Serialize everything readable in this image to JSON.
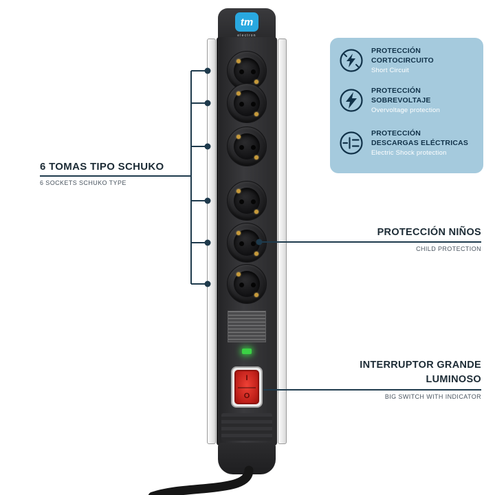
{
  "brand": {
    "logo_text": "tm",
    "logo_sub": "electron"
  },
  "info_panel": {
    "bg_color": "#a5cadd",
    "accent_color": "#113249",
    "items": [
      {
        "icon": "short-circuit-icon",
        "title": "PROTECCIÓN\nCORTOCIRCUITO",
        "subtitle": "Short Circuit"
      },
      {
        "icon": "overvoltage-icon",
        "title": "PROTECCIÓN\nSOBREVOLTAJE",
        "subtitle": "Overvoltage protection"
      },
      {
        "icon": "electric-shock-icon",
        "title": "PROTECCIÓN\nDESCARGAS ELÉCTRICAS",
        "subtitle": "Electric Shock protection"
      }
    ]
  },
  "callouts": {
    "sockets": {
      "title": "6 TOMAS TIPO SCHUKO",
      "subtitle": "6 SOCKETS SCHUKO TYPE"
    },
    "child_protection": {
      "title": "PROTECCIÓN NIÑOS",
      "subtitle": "CHILD PROTECTION"
    },
    "switch": {
      "title": "INTERRUPTOR GRANDE\nLUMINOSO",
      "subtitle": "BIG SWITCH WITH INDICATOR"
    }
  },
  "device": {
    "socket_count": 6,
    "switch_on_label": "I",
    "switch_off_label": "O"
  },
  "colors": {
    "line": "#1e3a4c",
    "panel_bg": "#a5cadd",
    "title_navy": "#113249",
    "led_green": "#3bd145",
    "switch_red": "#c0201a",
    "logo_blue": "#29a8e0"
  }
}
